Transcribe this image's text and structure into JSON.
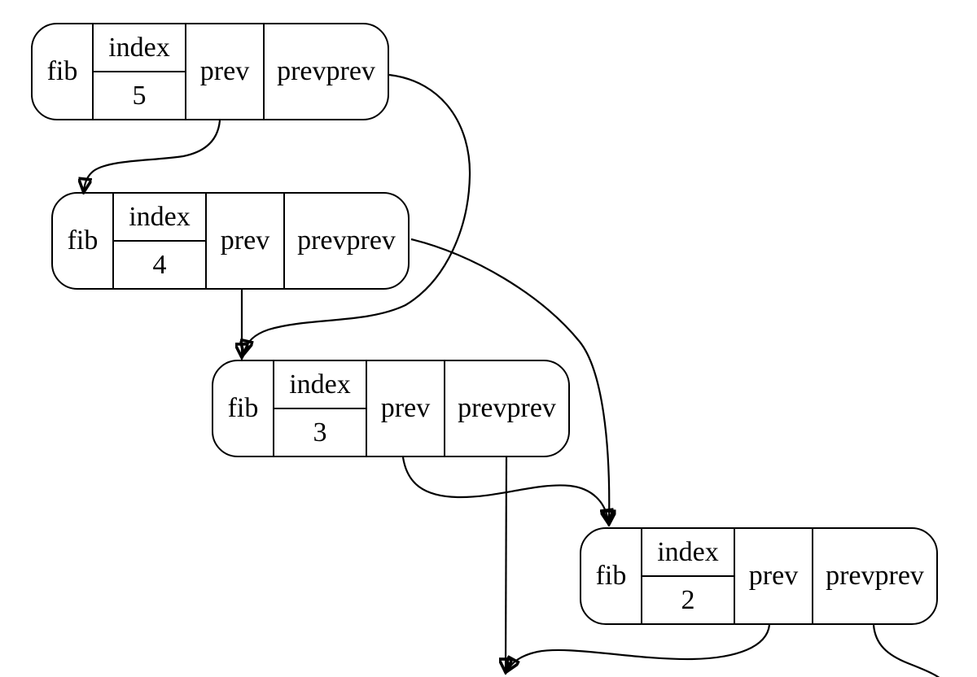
{
  "diagram": {
    "type": "linked-stack-frames",
    "background_color": "#ffffff",
    "stroke_color": "#000000",
    "frames": [
      {
        "id": "frame-index-5",
        "fields": {
          "fib": "fib",
          "index_label": "index",
          "index_value": "5",
          "prev": "prev",
          "prevprev": "prevprev"
        }
      },
      {
        "id": "frame-index-4",
        "fields": {
          "fib": "fib",
          "index_label": "index",
          "index_value": "4",
          "prev": "prev",
          "prevprev": "prevprev"
        }
      },
      {
        "id": "frame-index-3",
        "fields": {
          "fib": "fib",
          "index_label": "index",
          "index_value": "3",
          "prev": "prev",
          "prevprev": "prevprev"
        }
      },
      {
        "id": "frame-index-2",
        "fields": {
          "fib": "fib",
          "index_label": "index",
          "index_value": "2",
          "prev": "prev",
          "prevprev": "prevprev"
        }
      }
    ],
    "edges": [
      {
        "from": "frame-index-5.prev",
        "to": "frame-index-4"
      },
      {
        "from": "frame-index-5.prevprev",
        "to": "frame-index-3"
      },
      {
        "from": "frame-index-4.prev",
        "to": "frame-index-3"
      },
      {
        "from": "frame-index-4.prevprev",
        "to": "frame-index-2"
      },
      {
        "from": "frame-index-3.prev",
        "to": "frame-index-2"
      },
      {
        "from": "frame-index-3.prevprev",
        "to": "offscreen-node-bottom"
      },
      {
        "from": "frame-index-2.prev",
        "to": "offscreen-node-bottom"
      },
      {
        "from": "frame-index-2.prevprev",
        "to": "offscreen-bottom-right"
      }
    ]
  }
}
